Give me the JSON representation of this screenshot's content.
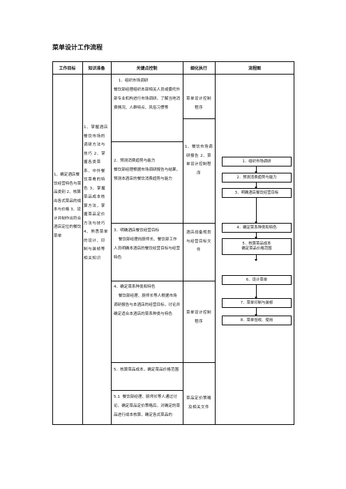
{
  "title": "菜单设计工作流程",
  "headers": [
    "工作目标",
    "知识准备",
    "关键点控制",
    "细化执行",
    "流程图"
  ],
  "goal": "1、确定酒店餐饮经营特色与菜品类别 2、核算出各式菜品的成本与价格 3、设计并制作出符合酒店定位的餐饮菜单",
  "knowledge": "1、掌握酒店餐饮市场的调研方法与技巧 2、掌握各类菜系、中外餐饮菜肴的特色 3、掌握菜品成本核算方法，掌握菜品定价方法与技巧 4、熟悉菜单的设计、印制与装帧等相关知识",
  "steps": [
    {
      "head": "1．组织市场调研",
      "body": "餐饮部经理组织本部相关人员或委托外部专业机构进行市场调研，了解当地消费情况、人群特点、风俗习惯等"
    },
    {
      "head": "2．预测消费趋势与能力",
      "body": "餐饮部经理根据市场调研报告与结果，预测本酒店的餐饮消费趋势与能力"
    },
    {
      "head": "3．明确酒店餐饮经营目标",
      "body": "餐饮部经理向厨师长、餐饮部工作人员明确本酒店的餐饮经营目标与经营特色"
    },
    {
      "head": "4．确定菜系种类和特色",
      "body": "餐饮部经理、厨师长等人根据市场调研报告与本酒店的经营目标，讨论并确定适合本酒店的菜系种类与特色"
    },
    {
      "head": "5．核算菜品成本，确定菜品价格范围",
      "body": ""
    },
    {
      "head": "5.1",
      "body": "餐饮部经理、厨师长等人通过讨论、确定菜品定价策略后，对确定的菜品进行成本核算，确定各式菜品的"
    }
  ],
  "exec": [
    "菜单设计控制程序",
    "1、餐饮市场调研报告 2、菜单设计控制程序",
    "酒店战备规划与经营目标文件",
    "菜单设计控制程序",
    "菜品定价策略及相关文件"
  ],
  "flow": [
    "1．组织市场调研",
    "2．预测消费趋势与能力",
    "3．明确酒店餐饮经营目标",
    "4．确定菜系种类和特色",
    "5．核算菜品成本",
    "确定菜品价格范围",
    "6．设计菜单",
    "7．菜单印制与装帧",
    "8．菜单验收、使用"
  ]
}
